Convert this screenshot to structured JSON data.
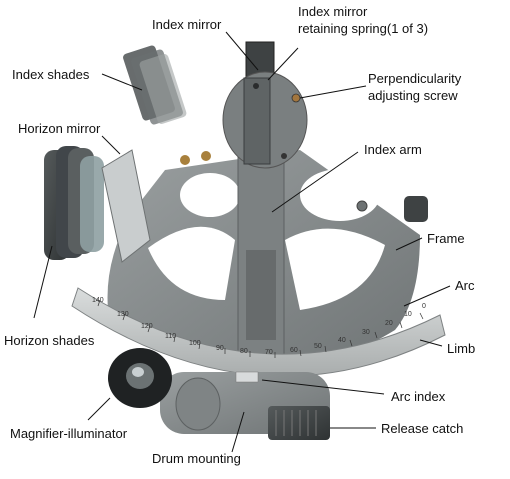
{
  "figure": {
    "subject": "Marine sextant with labelled parts",
    "labels": {
      "index_mirror": "Index mirror",
      "retaining_spring_line1": "Index mirror",
      "retaining_spring_line2": "retaining spring(1 of 3)",
      "index_shades": "Index shades",
      "perpendicularity_line1": "Perpendicularity",
      "perpendicularity_line2": "adjusting screw",
      "horizon_mirror": "Horizon mirror",
      "index_arm": "Index arm",
      "frame": "Frame",
      "arc": "Arc",
      "horizon_shades": "Horizon shades",
      "limb": "Limb",
      "arc_index": "Arc index",
      "magnifier_illuminator": "Magnifier-illuminator",
      "release_catch": "Release catch",
      "drum_mounting": "Drum mounting"
    },
    "scale_numbers": [
      "140",
      "130",
      "120",
      "110",
      "100",
      "90",
      "80",
      "70",
      "60",
      "50",
      "40",
      "30",
      "20",
      "10",
      "0"
    ],
    "colors": {
      "background": "#ffffff",
      "body_metal": "#8a8f90",
      "limb_metal": "#c9cccc",
      "leader_line": "#111111"
    }
  }
}
